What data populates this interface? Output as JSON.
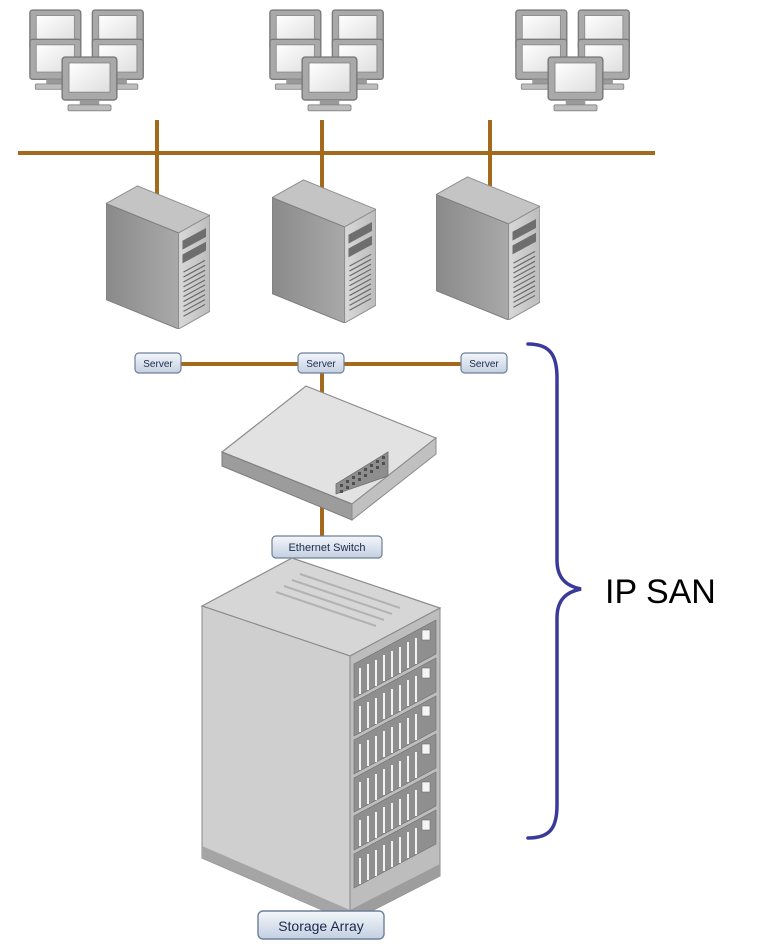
{
  "labels": {
    "server": "Server",
    "switch": "Ethernet Switch",
    "storage": "Storage Array",
    "bracket": "IP SAN"
  },
  "colors": {
    "lan_line": "#a36a1e",
    "bracket": "#3a3a9a",
    "label_fill_top": "#f4f7fb",
    "label_fill_bottom": "#c9d4e4",
    "device_light": "#e6e6e6",
    "device_mid": "#b5b5b5",
    "device_dark": "#7d7d7d"
  },
  "icons": {
    "client_group": "desktop-computers-icon",
    "server": "server-tower-icon",
    "switch": "ethernet-switch-icon",
    "storage": "storage-array-icon"
  }
}
